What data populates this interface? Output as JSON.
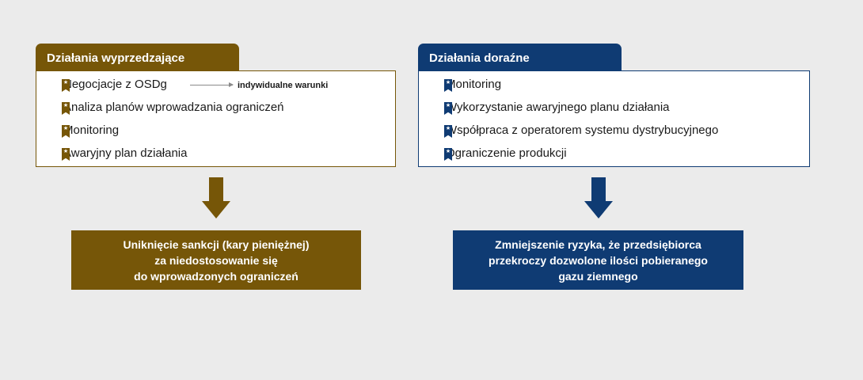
{
  "left": {
    "tab_title": "Działania wyprzedzające",
    "items": [
      "Negocjacje z OSDg",
      "Analiza planów wprowadzania ograniczeń",
      "Monitoring",
      "Awaryjny plan działania"
    ],
    "side_note": "indywidualne warunki",
    "result_lines": [
      "Uniknięcie sankcji (kary pieniężnej)",
      "za niedostosowanie się",
      "do wprowadzonych ograniczeń"
    ],
    "color": "#765608"
  },
  "right": {
    "tab_title": "Działania doraźne",
    "items": [
      "Monitoring",
      "Wykorzystanie awaryjnego planu działania",
      "Współpraca z operatorem systemu dystrybucyjnego",
      "Ograniczenie produkcji"
    ],
    "result_lines": [
      "Zmniejszenie ryzyka, że przedsiębiorca",
      "przekroczy dozwolone ilości pobieranego",
      "gazu ziemnego"
    ],
    "color": "#0f3b73"
  },
  "bullet_icon": "star-bookmark-icon",
  "arrow_icon": "down-arrow-icon"
}
